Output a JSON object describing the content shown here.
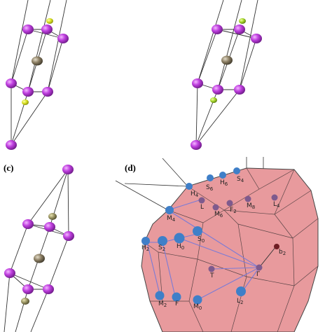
{
  "panels": [
    {
      "id": "a",
      "label": ""
    },
    {
      "id": "b",
      "label": ""
    },
    {
      "id": "c",
      "label": "(c)"
    },
    {
      "id": "d",
      "label": "(d)"
    }
  ],
  "colors": {
    "atom_magenta": "#b832d6",
    "atom_highlight": "#f08cff",
    "atom_yellow": "#d8e020",
    "atom_green_yellow": "#a6d62a",
    "atom_gray": "#7d725a",
    "bond_line": "#333333",
    "bz_fill": "#e89a9d",
    "bz_edge": "#444444",
    "kpoint_blue": "#3f7fc8",
    "kpoint_purple": "#7f5a8d",
    "kpoint_dark": "#6e1d23",
    "path_line": "#7b7bd6"
  },
  "kpoints": [
    {
      "name": "H",
      "sub": "4",
      "label": "H4"
    },
    {
      "name": "H",
      "sub": "6",
      "label": "H6"
    },
    {
      "name": "S",
      "sub": "6",
      "label": "S6"
    },
    {
      "name": "S",
      "sub": "4",
      "label": "S4"
    },
    {
      "name": "L",
      "sub": "",
      "label": "L"
    },
    {
      "name": "M",
      "sub": "6",
      "label": "M6"
    },
    {
      "name": "F",
      "sub": "2",
      "label": "F2"
    },
    {
      "name": "M",
      "sub": "8",
      "label": "M8"
    },
    {
      "name": "L",
      "sub": "4",
      "label": "L4"
    },
    {
      "name": "M",
      "sub": "4",
      "label": "M4"
    },
    {
      "name": "S",
      "sub": "0",
      "label": "S0"
    },
    {
      "name": "H",
      "sub": "0",
      "label": "H0"
    },
    {
      "name": "S",
      "sub": "2",
      "label": "S2"
    },
    {
      "name": "H",
      "sub": "2",
      "label": "H2"
    },
    {
      "name": "T",
      "sub": "",
      "label": "T"
    },
    {
      "name": "Γ",
      "sub": "",
      "label": "Γ"
    },
    {
      "name": "b",
      "sub": "2",
      "label": "b2"
    },
    {
      "name": "M",
      "sub": "2",
      "label": "M2"
    },
    {
      "name": "F",
      "sub": "",
      "label": "F"
    },
    {
      "name": "M",
      "sub": "0",
      "label": "M0"
    },
    {
      "name": "L",
      "sub": "2",
      "label": "L2"
    }
  ]
}
